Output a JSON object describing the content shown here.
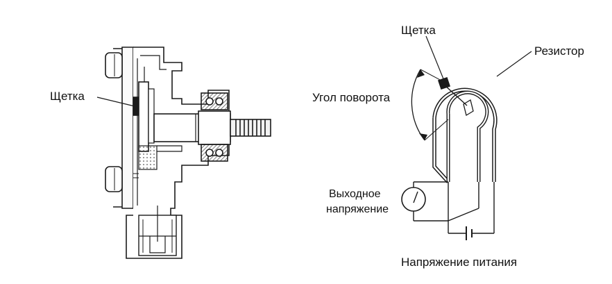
{
  "diagram": {
    "left_view": {
      "brush_label": "Щетка"
    },
    "right_view": {
      "brush_label": "Щетка",
      "resistor_label": "Резистор",
      "rotation_angle_label": "Угол поворота",
      "output_voltage_label_line1": "Выходное",
      "output_voltage_label_line2": "напряжение",
      "supply_voltage_label": "Напряжение питания"
    },
    "colors": {
      "line": "#1a1a1a",
      "hatch": "#555555",
      "background": "#ffffff"
    }
  }
}
